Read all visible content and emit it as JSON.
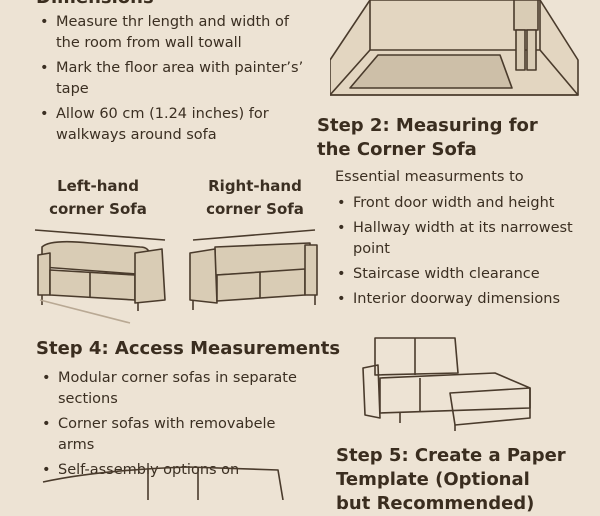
{
  "step1": {
    "heading": "Dimensions",
    "bullets": [
      "Measure thr length and width of the room from wall towall",
      "Mark the floor area with painter’s’ tape",
      "Allow 60 cm (1.24 inches) for walkways around sofa"
    ]
  },
  "step2": {
    "heading": "Step 2: Measuring for the Corner Sofa",
    "intro": "Essential measurments to",
    "bullets": [
      "Front door width and height",
      "Hallway width at its narrowest point",
      "Staircase width clearance",
      "Interior doorway dimensions"
    ]
  },
  "sofa_types": {
    "left": "Left-hand corner Sofa",
    "right": "Right-hand corner Sofa"
  },
  "step4": {
    "heading": "Step 4: Access Measurements",
    "bullets": [
      "Modular corner sofas in separate sections",
      "Corner sofas with removabele arms",
      "Self-assembly options on"
    ]
  },
  "step5": {
    "heading": "Step 5: Create a Paper Template (Optional but Recommended)"
  },
  "icons": [
    "room-measuring-illustration",
    "left-hand-sofa-illustration",
    "right-hand-sofa-illustration",
    "sectional-sofa-illustration",
    "corner-sofa-illustration"
  ],
  "colors": {
    "background": "#ede3d4",
    "text": "#3b2f22",
    "sofa_fill": "#d9ccb5"
  }
}
